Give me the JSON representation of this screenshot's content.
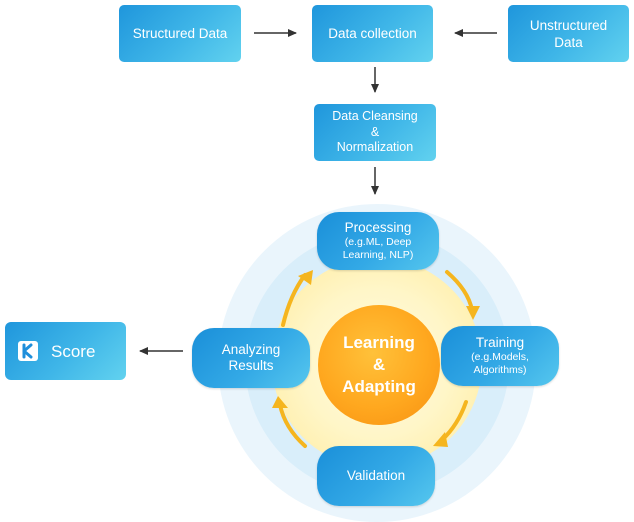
{
  "nodes": {
    "structured_data": "Structured Data",
    "data_collection": "Data collection",
    "unstructured_data_line1": "Unstructured",
    "unstructured_data_line2": "Data",
    "cleansing_line1": "Data Cleansing",
    "cleansing_line2": "&",
    "cleansing_line3": "Normalization",
    "processing_title": "Processing",
    "processing_sub1": "(e.g.ML, Deep",
    "processing_sub2": "Learning, NLP)",
    "training_title": "Training",
    "training_sub1": "(e.g.Models,",
    "training_sub2": "Algorithms)",
    "validation": "Validation",
    "analyzing_line1": "Analyzing",
    "analyzing_line2": "Results",
    "center_line1": "Learning",
    "center_line2": "&",
    "center_line3": "Adapting",
    "score_label": "Score"
  },
  "icons": {
    "logo": "k-logo-icon"
  },
  "colors": {
    "box_blue": "#2ea3e3",
    "center_orange": "#ffa81f",
    "cycle_arrow": "#f5b51e",
    "halo": "#e3f1fb"
  }
}
